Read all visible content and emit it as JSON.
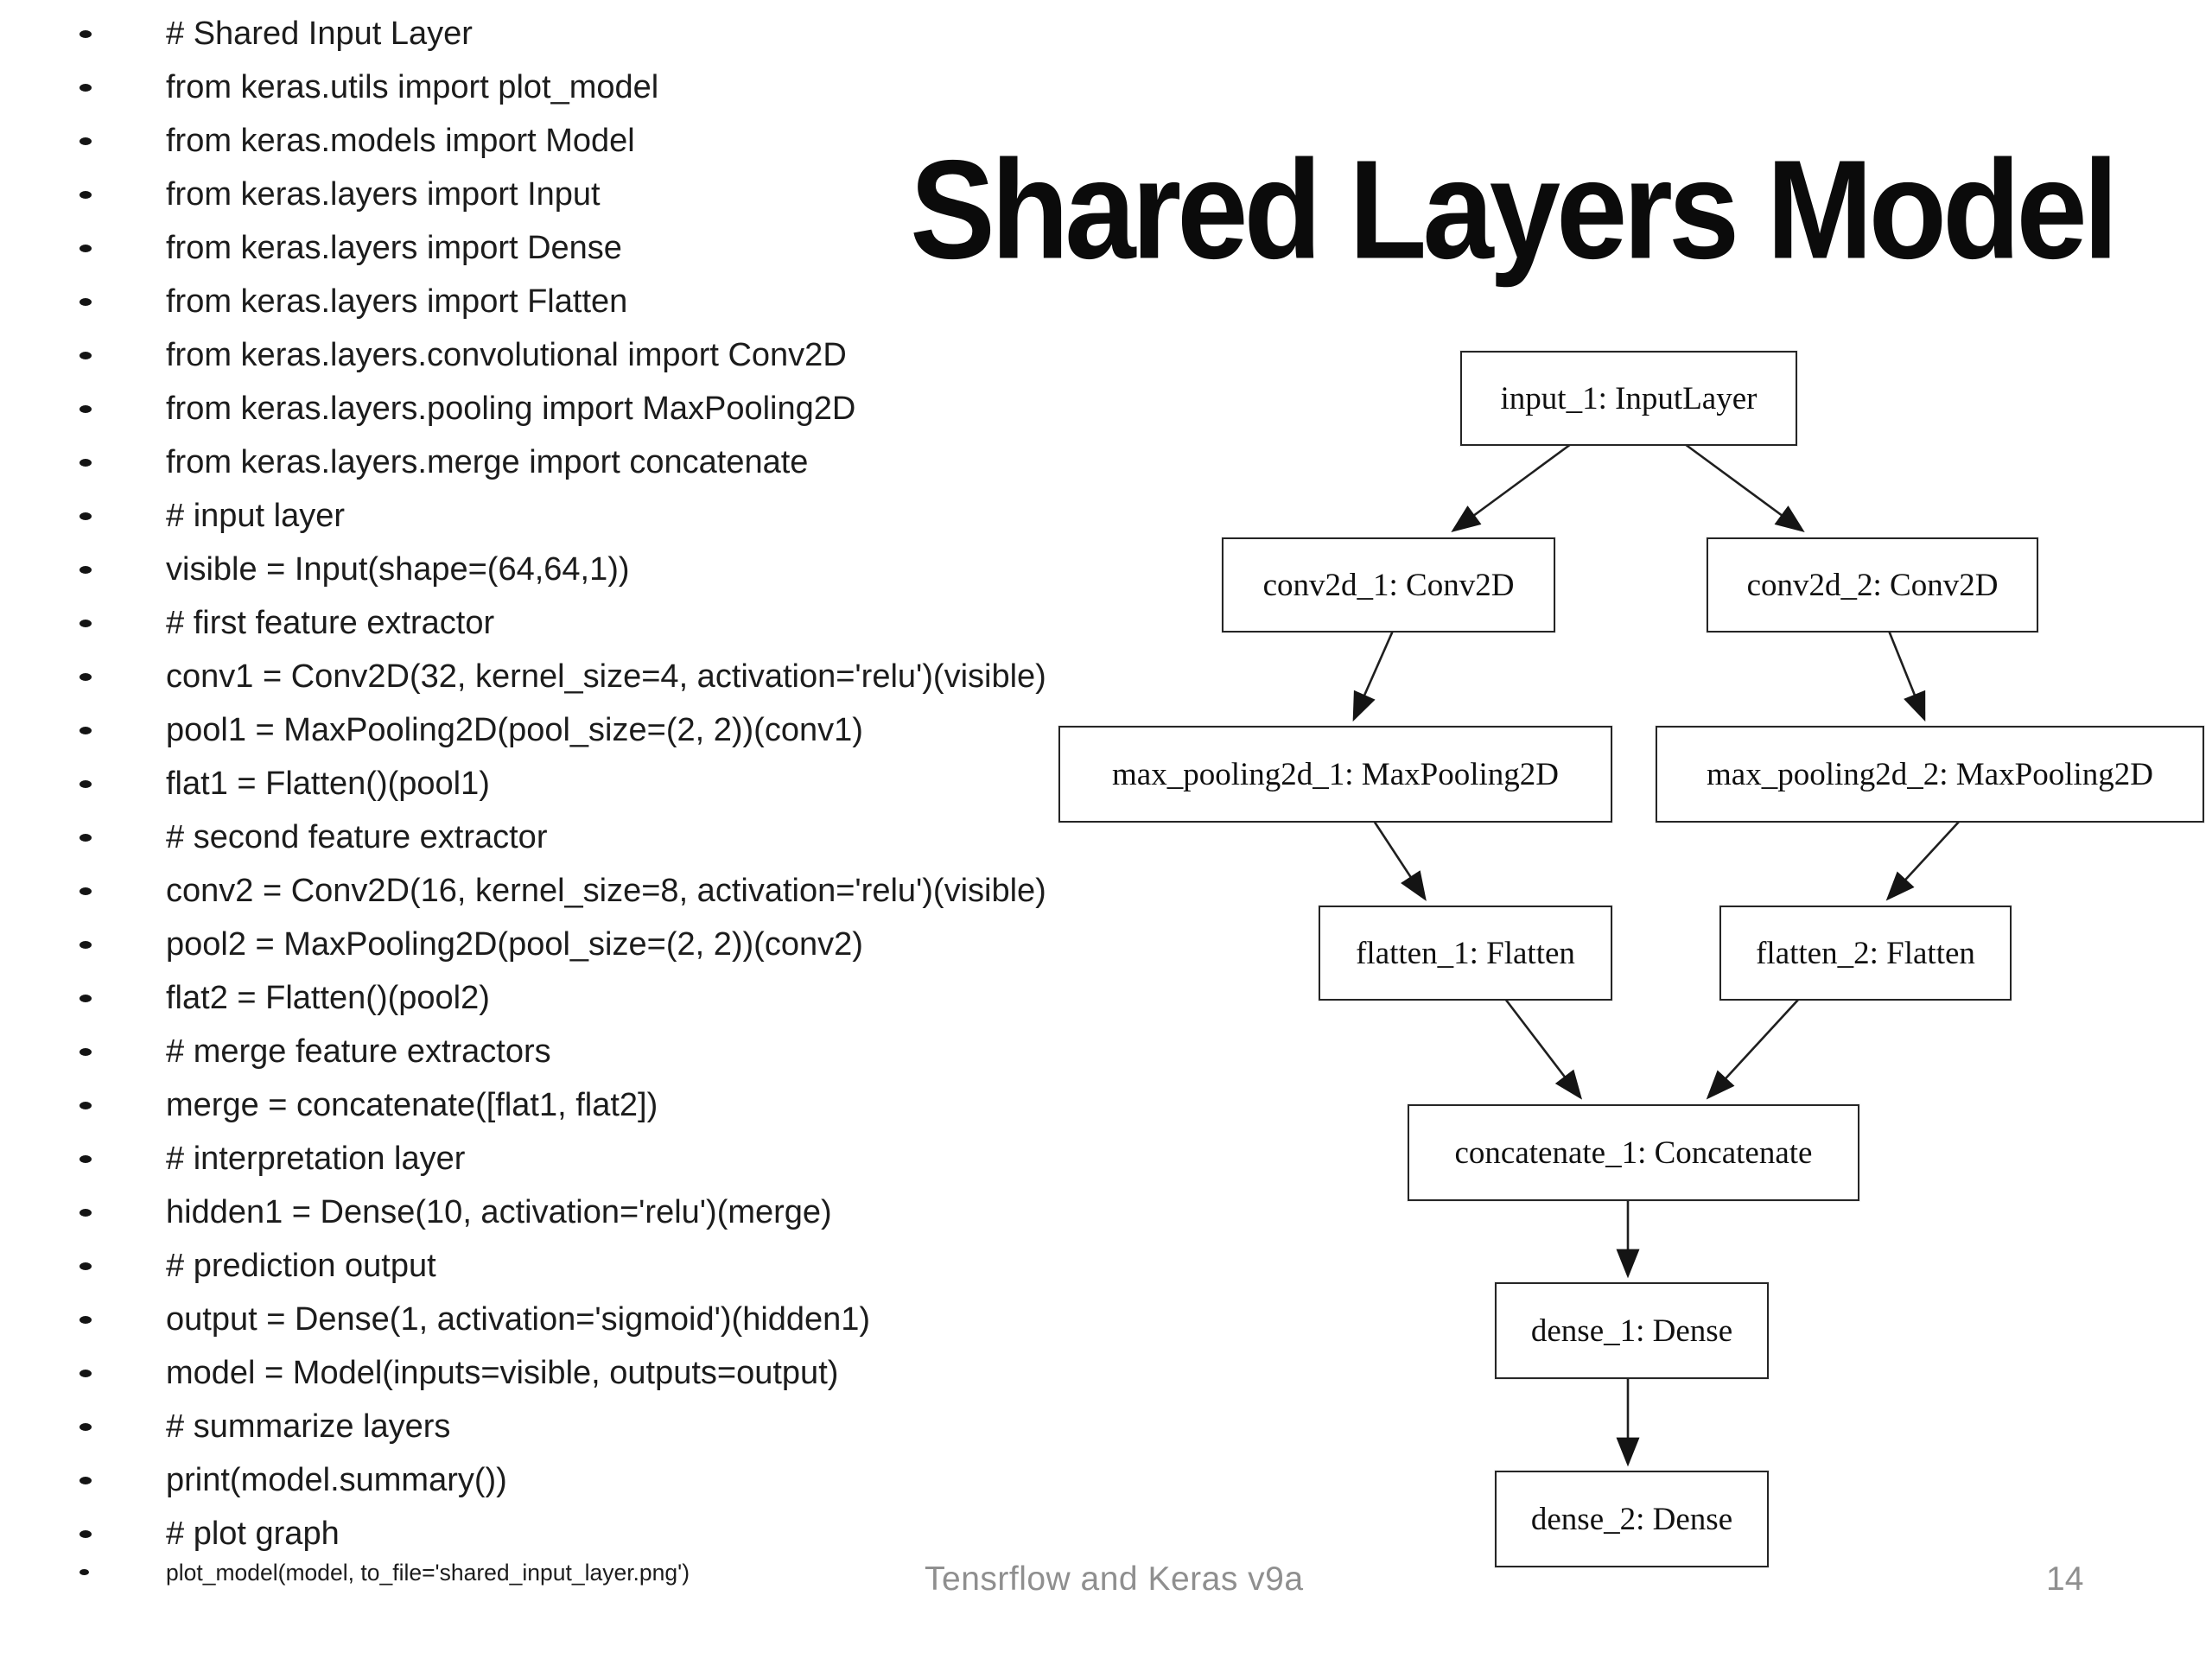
{
  "slide": {
    "title": "Shared Layers Model",
    "footer": "Tensrflow and Keras v9a",
    "page_number": "14"
  },
  "code": {
    "bullet_icon": "•",
    "lines": [
      "# Shared Input Layer",
      "from keras.utils import plot_model",
      "from keras.models import Model",
      "from keras.layers import Input",
      "from keras.layers import Dense",
      "from keras.layers import Flatten",
      "from keras.layers.convolutional import Conv2D",
      "from keras.layers.pooling import MaxPooling2D",
      "from keras.layers.merge import concatenate",
      "# input layer",
      "visible = Input(shape=(64,64,1))",
      "# first feature extractor",
      "conv1 = Conv2D(32, kernel_size=4, activation='relu')(visible)",
      "pool1 = MaxPooling2D(pool_size=(2, 2))(conv1)",
      "flat1 = Flatten()(pool1)",
      "# second feature extractor",
      "conv2 = Conv2D(16, kernel_size=8, activation='relu')(visible)",
      "pool2 = MaxPooling2D(pool_size=(2, 2))(conv2)",
      "flat2 = Flatten()(pool2)",
      "# merge feature extractors",
      "merge = concatenate([flat1, flat2])",
      "# interpretation layer",
      "hidden1 = Dense(10, activation='relu')(merge)",
      "# prediction output",
      "output = Dense(1, activation='sigmoid')(hidden1)",
      "model = Model(inputs=visible, outputs=output)",
      "# summarize layers",
      "print(model.summary())",
      "# plot graph",
      "plot_model(model, to_file='shared_input_layer.png')"
    ]
  },
  "diagram": {
    "nodes": [
      {
        "id": "input_1",
        "label": "input_1: InputLayer"
      },
      {
        "id": "conv2d_1",
        "label": "conv2d_1: Conv2D"
      },
      {
        "id": "conv2d_2",
        "label": "conv2d_2: Conv2D"
      },
      {
        "id": "max_pooling2d_1",
        "label": "max_pooling2d_1: MaxPooling2D"
      },
      {
        "id": "max_pooling2d_2",
        "label": "max_pooling2d_2: MaxPooling2D"
      },
      {
        "id": "flatten_1",
        "label": "flatten_1: Flatten"
      },
      {
        "id": "flatten_2",
        "label": "flatten_2: Flatten"
      },
      {
        "id": "concatenate_1",
        "label": "concatenate_1: Concatenate"
      },
      {
        "id": "dense_1",
        "label": "dense_1: Dense"
      },
      {
        "id": "dense_2",
        "label": "dense_2: Dense"
      }
    ],
    "edges": [
      {
        "from": "input_1",
        "to": "conv2d_1"
      },
      {
        "from": "input_1",
        "to": "conv2d_2"
      },
      {
        "from": "conv2d_1",
        "to": "max_pooling2d_1"
      },
      {
        "from": "conv2d_2",
        "to": "max_pooling2d_2"
      },
      {
        "from": "max_pooling2d_1",
        "to": "flatten_1"
      },
      {
        "from": "max_pooling2d_2",
        "to": "flatten_2"
      },
      {
        "from": "flatten_1",
        "to": "concatenate_1"
      },
      {
        "from": "flatten_2",
        "to": "concatenate_1"
      },
      {
        "from": "concatenate_1",
        "to": "dense_1"
      },
      {
        "from": "dense_1",
        "to": "dense_2"
      }
    ]
  },
  "colors": {
    "background": "#ffffff",
    "text": "#1c1c1c",
    "title": "#0b0b0b",
    "muted": "#8f8f8f",
    "box_border": "#262626"
  }
}
